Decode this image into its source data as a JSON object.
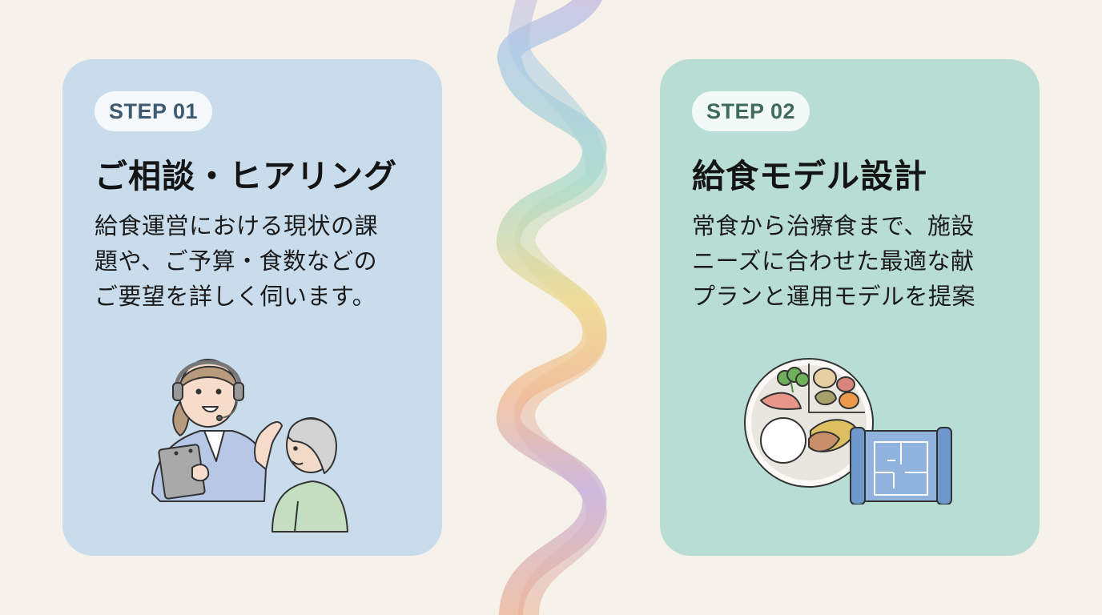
{
  "background_color": "#f6f2e9",
  "steps": [
    {
      "badge": "STEP 01",
      "title": "ご相談・ヒアリング",
      "description_lines": [
        "給食運営における現状の課",
        "題や、ご予算・食数などの",
        "ご要望を詳しく伺います。"
      ],
      "card_color": "#c9dcec",
      "badge_text_color": "#3d5a70",
      "illustration": "consultation-headset-staff-and-elderly-person"
    },
    {
      "badge": "STEP 02",
      "title": "給食モデル設計",
      "description_lines": [
        "常食から治療食まで、施設",
        "ニーズに合わせた最適な献",
        "プランと運用モデルを提案"
      ],
      "card_color": "#b8ddd4",
      "badge_text_color": "#3f6b5c",
      "illustration": "meal-plate-and-blueprint"
    }
  ],
  "connector": {
    "type": "rainbow-spiral-ribbon",
    "colors": [
      "#a9c8e6",
      "#a8d9cc",
      "#f0d88e",
      "#f0b893",
      "#c9b3dd"
    ]
  }
}
